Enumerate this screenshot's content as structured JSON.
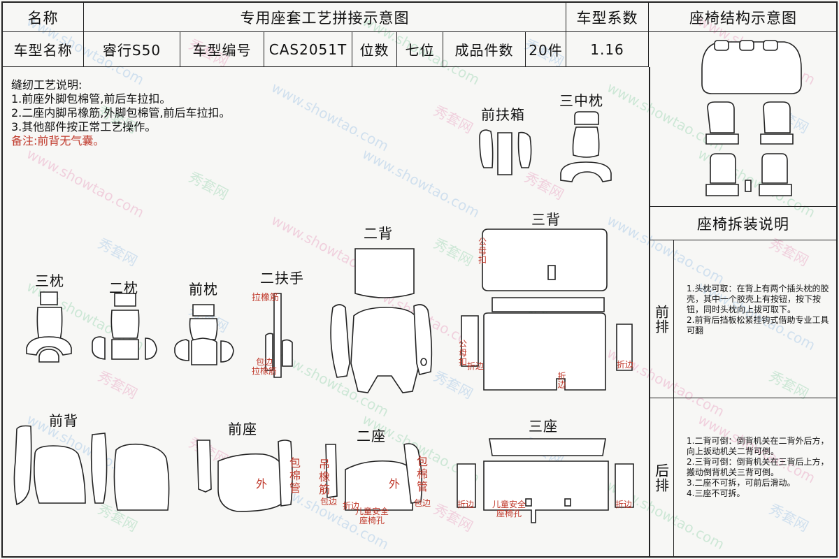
{
  "table": {
    "name_header": "名称",
    "title": "专用座套工艺拼接示意图",
    "coef_header": "车型系数",
    "structure_header": "座椅结构示意图",
    "model_name_label": "车型名称",
    "model_name": "睿行S50",
    "model_code_label": "车型编号",
    "model_code": "CAS2051T",
    "seats_label": "位数",
    "seats": "七位",
    "pieces_label": "成品件数",
    "pieces": "20件",
    "coef": "1.16"
  },
  "notes": {
    "heading": "缝纫工艺说明:",
    "line1": "1.前座外脚包棉管,前后车拉扣。",
    "line2": "2.二座内脚吊橡筋,外脚包棉管,前后车拉扣。",
    "line3": "3.其他部件按正常工艺操作。",
    "remark": "备注:前背无气囊。"
  },
  "parts": {
    "front_armbox": "前扶箱",
    "third_mid_pillow": "三中枕",
    "second_back": "二背",
    "third_back": "三背",
    "third_pillow": "三枕",
    "second_pillow": "二枕",
    "front_pillow": "前枕",
    "second_armrest": "二扶手",
    "front_back": "前背",
    "front_seat": "前座",
    "second_seat": "二座",
    "third_seat": "三座"
  },
  "annotations": {
    "pull_elastic": "拉橡筋",
    "wrap_pull_elastic": "包边\n拉橡筋",
    "male_female_buckle": "公\n母\n扣",
    "fold_edge": "折边",
    "outer": "外",
    "wrap_cotton_tube": "包\n棉\n管",
    "hang_elastic": "吊\n橡\n筋",
    "child_safety_hole": "儿童安全\n座椅孔",
    "wrap_edge": "包边"
  },
  "side": {
    "disassembly_header": "座椅拆装说明",
    "front_row": "前排",
    "rear_row": "后排",
    "front_text": "1.头枕可取：在背上有两个插头枕的胶壳，其中一个胶壳上有按钮，按下按钮，同时头枕向上拔可取下。\n2.前背后挡板松紧挂钩式借助专业工具可翻",
    "rear_text": "1.二背可倒：倒背机关在二背外后方，向上扳动机关二背可倒。\n2.三背可倒：倒背机关在三背后上方，搬动倒背机关三背可倒。\n3.二座不可拆，可前后滑动。\n4.三座不可拆。"
  },
  "watermark": {
    "text1": "秀套网",
    "text2": "www.showtao.com",
    "color_a": "#4a90d9",
    "color_b": "#d94a8c",
    "color_c": "#3bb36b"
  },
  "colors": {
    "annotation_red": "#c0392b",
    "line": "#222222"
  }
}
